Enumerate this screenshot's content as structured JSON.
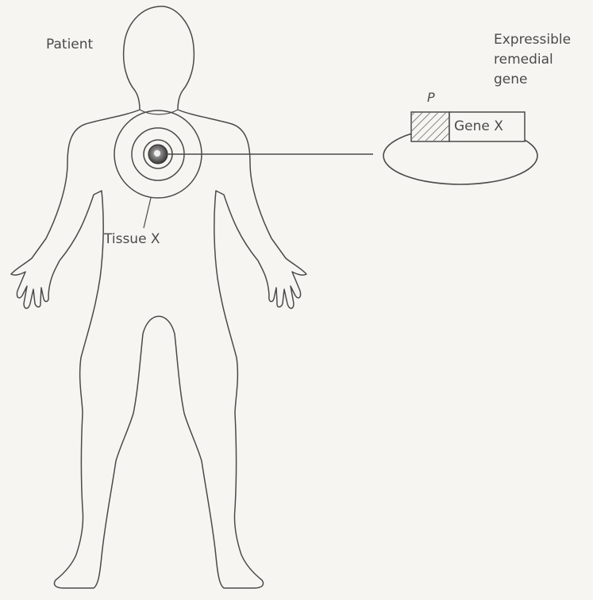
{
  "labels": {
    "patient": "Patient",
    "tissue": "Tissue X",
    "expressible": [
      "Expressible",
      "remedial",
      "gene"
    ],
    "promoter": "P",
    "gene": "Gene X"
  },
  "colors": {
    "background": "#f7f5f1",
    "stroke": "#4a4a4a"
  }
}
